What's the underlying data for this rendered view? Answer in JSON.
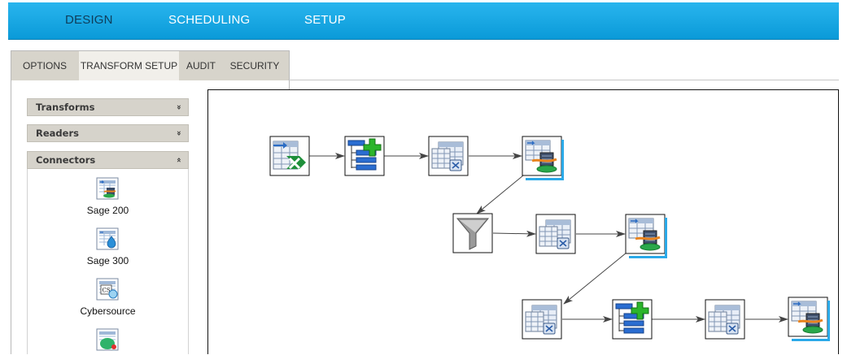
{
  "topnav": {
    "items": [
      {
        "label": "DESIGN",
        "active": true
      },
      {
        "label": "SCHEDULING",
        "active": false
      },
      {
        "label": "SETUP",
        "active": false
      }
    ]
  },
  "tabs": [
    {
      "label": "OPTIONS",
      "active": false
    },
    {
      "label": "TRANSFORM SETUP",
      "active": true
    },
    {
      "label": "AUDIT",
      "active": false
    },
    {
      "label": "SECURITY",
      "active": false
    }
  ],
  "sidebar": {
    "sections": [
      {
        "label": "Transforms",
        "expanded": false,
        "chevron": "»"
      },
      {
        "label": "Readers",
        "expanded": false,
        "chevron": "»"
      },
      {
        "label": "Connectors",
        "expanded": true,
        "chevron": "«"
      }
    ],
    "connectors": [
      {
        "label": "Sage 200",
        "icon": "sage-200-icon"
      },
      {
        "label": "Sage 300",
        "icon": "sage-300-icon"
      },
      {
        "label": "Cybersource",
        "icon": "cybersource-icon"
      },
      {
        "label": "",
        "icon": "connector-icon"
      }
    ]
  },
  "workflow": {
    "nodes": [
      {
        "id": "n1",
        "type": "excel-reader-icon"
      },
      {
        "id": "n2",
        "type": "add-tree-icon"
      },
      {
        "id": "n3",
        "type": "table-mapper-icon"
      },
      {
        "id": "n4",
        "type": "database-writer-icon"
      },
      {
        "id": "n5",
        "type": "filter-funnel-icon"
      },
      {
        "id": "n6",
        "type": "table-mapper-icon"
      },
      {
        "id": "n7",
        "type": "database-writer-icon"
      },
      {
        "id": "n8",
        "type": "table-mapper-icon"
      },
      {
        "id": "n9",
        "type": "add-tree-icon"
      },
      {
        "id": "n10",
        "type": "table-mapper-icon"
      },
      {
        "id": "n11",
        "type": "database-writer-icon"
      }
    ],
    "edges": [
      [
        "n1",
        "n2"
      ],
      [
        "n2",
        "n3"
      ],
      [
        "n3",
        "n4"
      ],
      [
        "n4",
        "n5"
      ],
      [
        "n5",
        "n6"
      ],
      [
        "n6",
        "n7"
      ],
      [
        "n7",
        "n8"
      ],
      [
        "n8",
        "n9"
      ],
      [
        "n9",
        "n10"
      ],
      [
        "n10",
        "n11"
      ]
    ]
  },
  "colors": {
    "topbar": "#14a8e6",
    "accent_green": "#2bb52b",
    "panel": "#d6d3cb"
  }
}
